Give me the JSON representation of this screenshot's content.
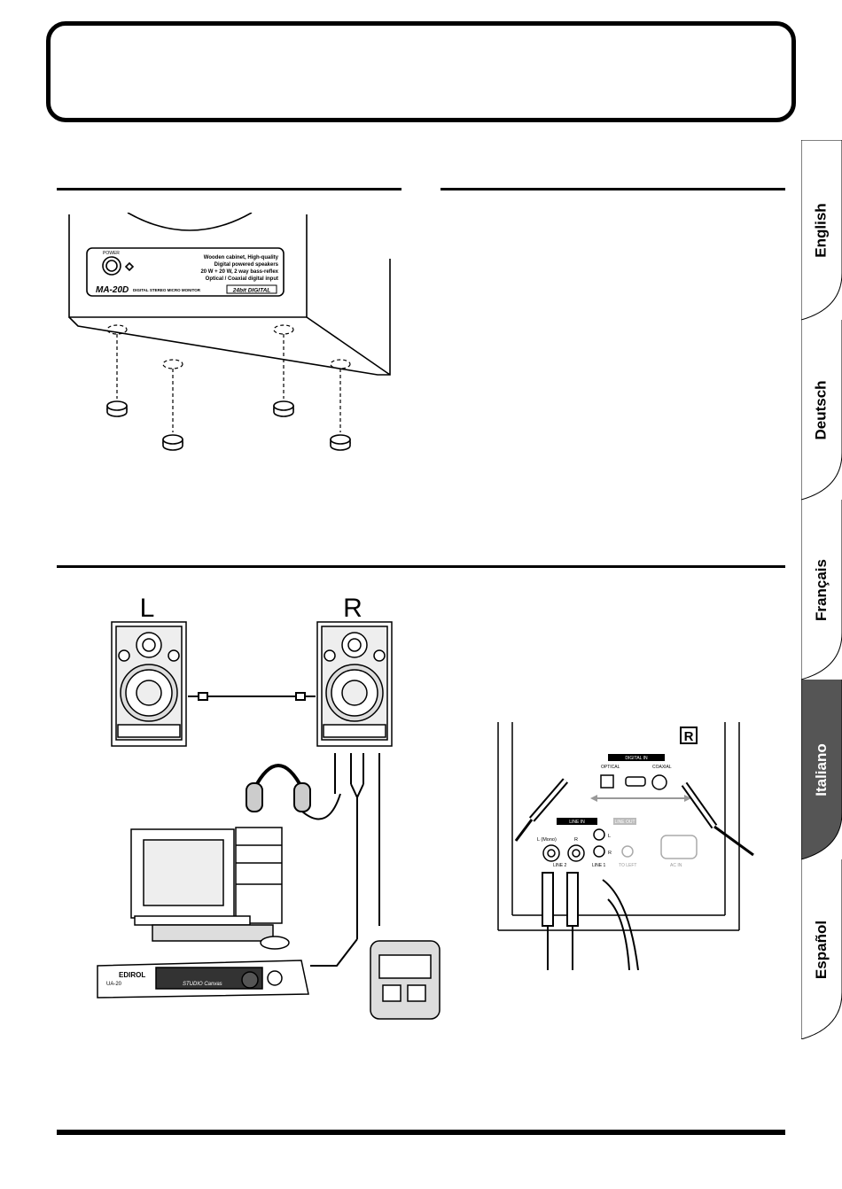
{
  "header": {
    "title": ""
  },
  "figure_feet": {
    "power_label": "POWER",
    "desc_lines": [
      "Wooden cabinet, High-quality",
      "Digital powered speakers",
      "20 W + 20 W, 2 way bass-reflex",
      "Optical / Coaxial digital input"
    ],
    "model": "MA-20D",
    "model_sub": "DIGITAL STEREO MICRO MONITOR",
    "badge": "24bit DIGITAL"
  },
  "figure_connection": {
    "left_label": "L",
    "right_label": "R",
    "interface_brand": "EDIROL",
    "interface_model": "UA-20",
    "interface_panel": "STUDIO Canvas"
  },
  "figure_rear": {
    "badge": "R",
    "digital_in": "DIGITAL IN",
    "optical": "OPTICAL",
    "coaxial": "COAXIAL",
    "line_in": "LINE IN",
    "line_out": "LINE OUT",
    "l_mono": "L (Mono)",
    "r": "R",
    "line2": "LINE 2",
    "line1": "LINE 1",
    "l": "L",
    "r2": "R",
    "to_left": "TO LEFT",
    "ac_in": "AC IN"
  },
  "tabs": [
    {
      "label": "English",
      "active": false
    },
    {
      "label": "Deutsch",
      "active": false
    },
    {
      "label": "Français",
      "active": false
    },
    {
      "label": "Italiano",
      "active": true
    },
    {
      "label": "Español",
      "active": false
    }
  ]
}
